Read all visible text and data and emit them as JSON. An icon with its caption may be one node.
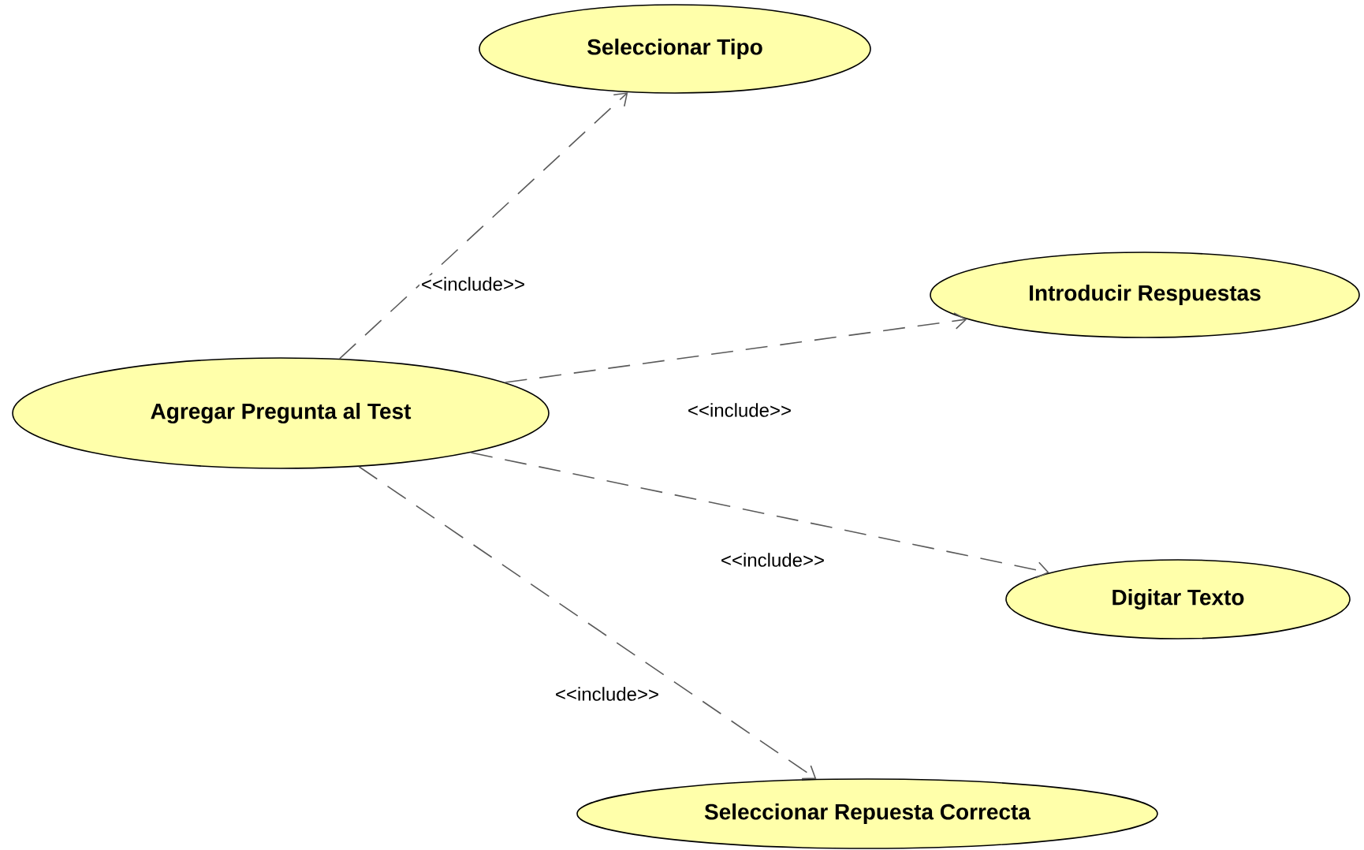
{
  "diagram": {
    "nodes": [
      {
        "text": [
          "Agregar Pregunta al Test"
        ]
      },
      {
        "text": [
          "Seleccionar Tipo"
        ]
      },
      {
        "text": [
          "Introducir Respuestas"
        ]
      },
      {
        "text": [
          "Digitar Texto"
        ]
      },
      {
        "text": [
          "Seleccionar Repuesta Correcta"
        ]
      }
    ],
    "edges": [
      {
        "from": 0,
        "to": 1,
        "arrow": "to",
        "style": "dashed",
        "label": "<<include>>"
      },
      {
        "from": 0,
        "to": 2,
        "arrow": "to",
        "style": "dashed",
        "label": "<<include>>"
      },
      {
        "from": 0,
        "to": 3,
        "arrow": "to",
        "style": "dashed",
        "label": "<<include>>"
      },
      {
        "from": 0,
        "to": 4,
        "arrow": "to",
        "style": "dashed",
        "label": "<<include>>"
      }
    ]
  }
}
